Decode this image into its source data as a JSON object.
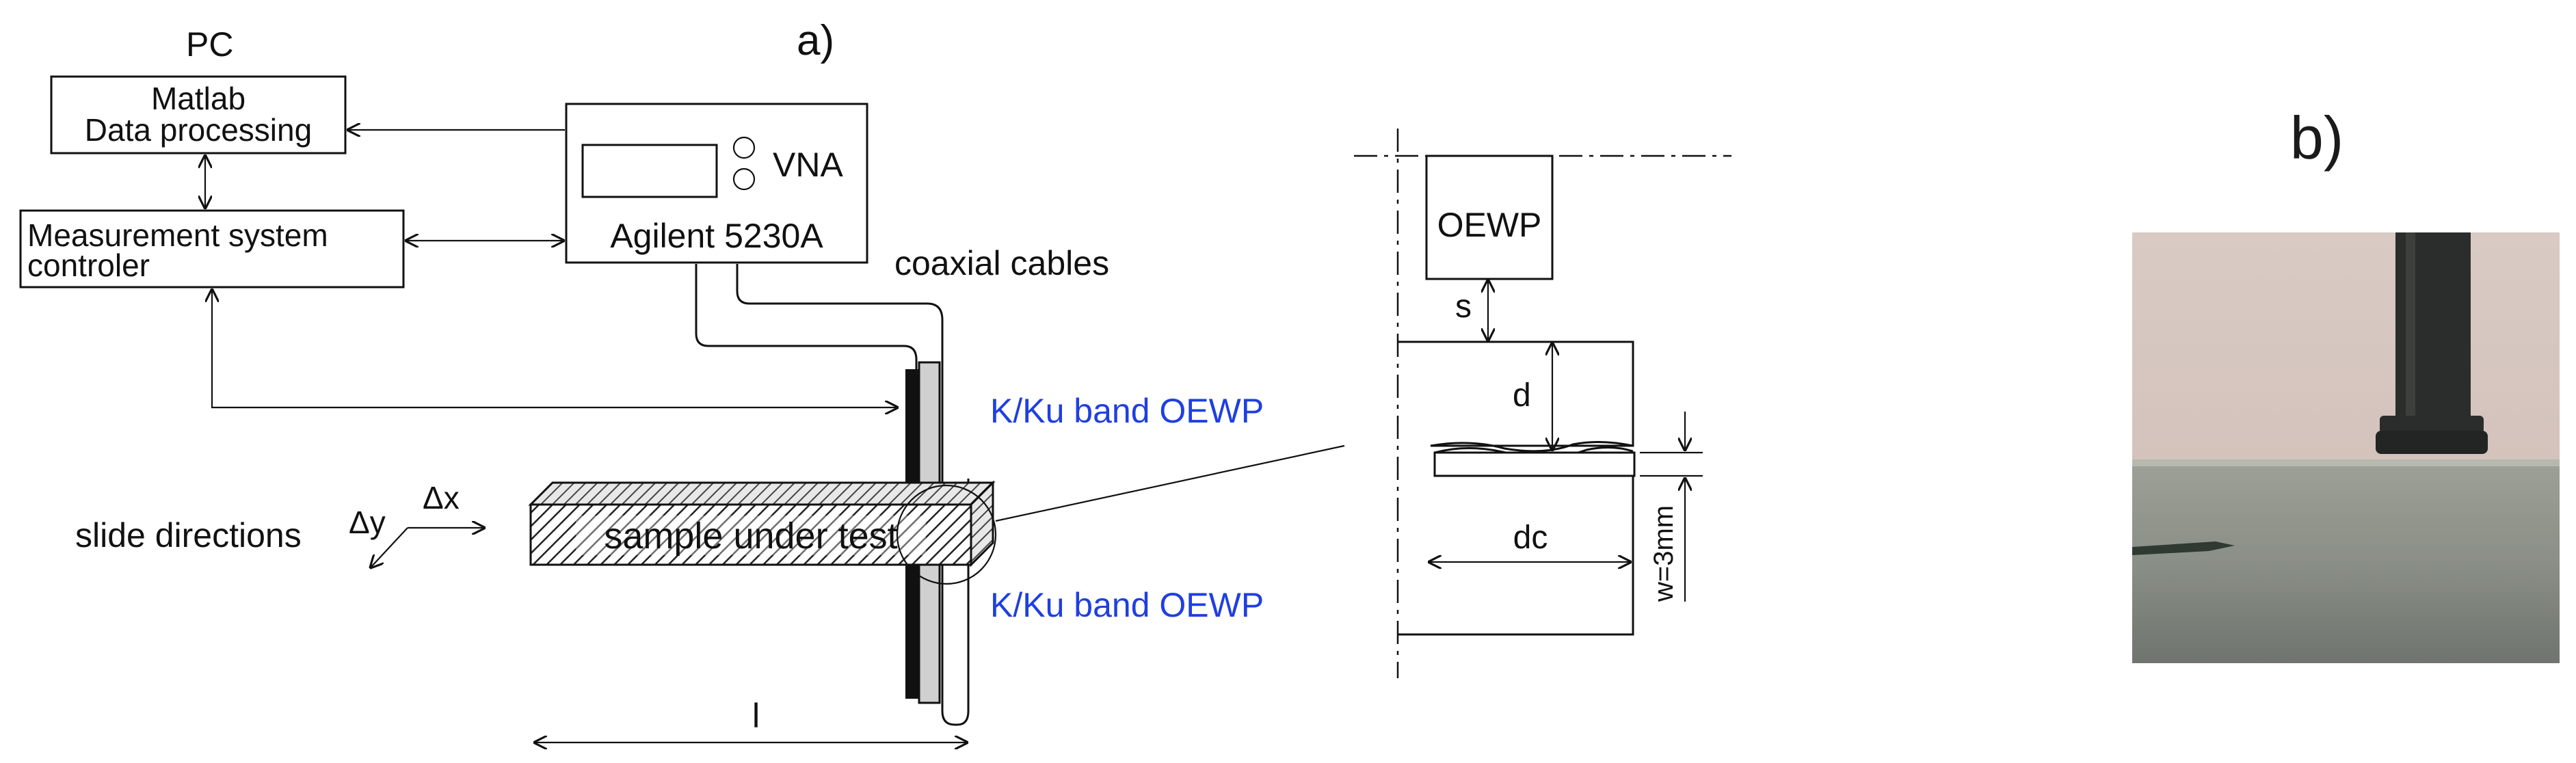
{
  "panel_a": {
    "label": "a)",
    "pc_label": "PC",
    "matlab_line1": "Matlab",
    "matlab_line2": "Data processing",
    "controller_line1": "Measurement system",
    "controller_line2": "controler",
    "vna_label": "VNA",
    "vna_model": "Agilent 5230A",
    "coax_label": "coaxial cables",
    "probe_top_label": "K/Ku band OEWP",
    "probe_bottom_label": "K/Ku band OEWP",
    "slide_label": "slide directions",
    "dx_label": "Δx",
    "dy_label": "Δy",
    "sample_label": "sample under test",
    "length_label": "l"
  },
  "detail": {
    "oewp_label": "OEWP",
    "s_label": "s",
    "d_label": "d",
    "dc_label": "dc",
    "w_label": "w=3mm"
  },
  "panel_b": {
    "label": "b)"
  },
  "colors": {
    "blue_text": "#1f3fe0",
    "line": "#111111",
    "photo_background": "#d8c7bf",
    "photo_sample": "#8f958c",
    "probe": "#2a2d2b"
  }
}
